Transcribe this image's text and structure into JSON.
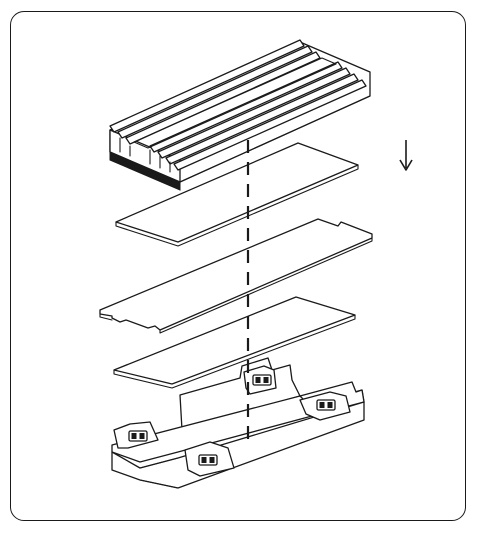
{
  "diagram": {
    "layers": [
      {
        "name": "heatsink"
      },
      {
        "name": "thermal-pad-top"
      },
      {
        "name": "ssd-board"
      },
      {
        "name": "thermal-pad-bottom"
      },
      {
        "name": "base-bracket"
      }
    ],
    "assembly_direction": "down",
    "icons": [
      "arrow-down-icon",
      "clip-icon"
    ],
    "colors": {
      "line": "#1a1a1a",
      "fill": "#ffffff"
    }
  }
}
